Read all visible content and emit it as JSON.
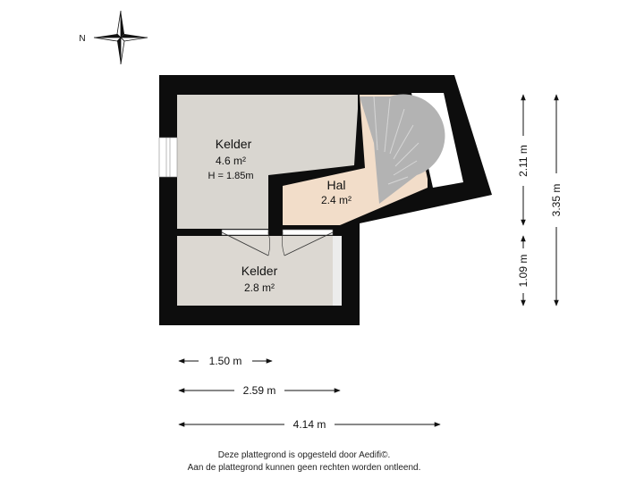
{
  "compass": {
    "north_label": "N",
    "icon": "compass-rose-icon"
  },
  "rooms": {
    "kelder_top": {
      "name": "Kelder",
      "area": "4.6 m²",
      "height": "H = 1.85m"
    },
    "hal": {
      "name": "Hal",
      "area": "2.4 m²"
    },
    "kelder_bottom": {
      "name": "Kelder",
      "area": "2.8 m²"
    }
  },
  "dimensions": {
    "width_1": "1.50 m",
    "width_2": "2.59 m",
    "width_3": "4.14 m",
    "height_1": "2.11 m",
    "height_2": "1.09 m",
    "height_total": "3.35 m"
  },
  "footer": {
    "line1": "Deze plattegrond is opgesteld door Aedifi©.",
    "line2": "Aan de plattegrond kunnen geen rechten worden ontleend."
  },
  "colors": {
    "wall": "#0d0d0d",
    "kelder_floor": "#d9d6d0",
    "hal_floor": "#f2ddc9",
    "stair": "#b8b8b8"
  }
}
